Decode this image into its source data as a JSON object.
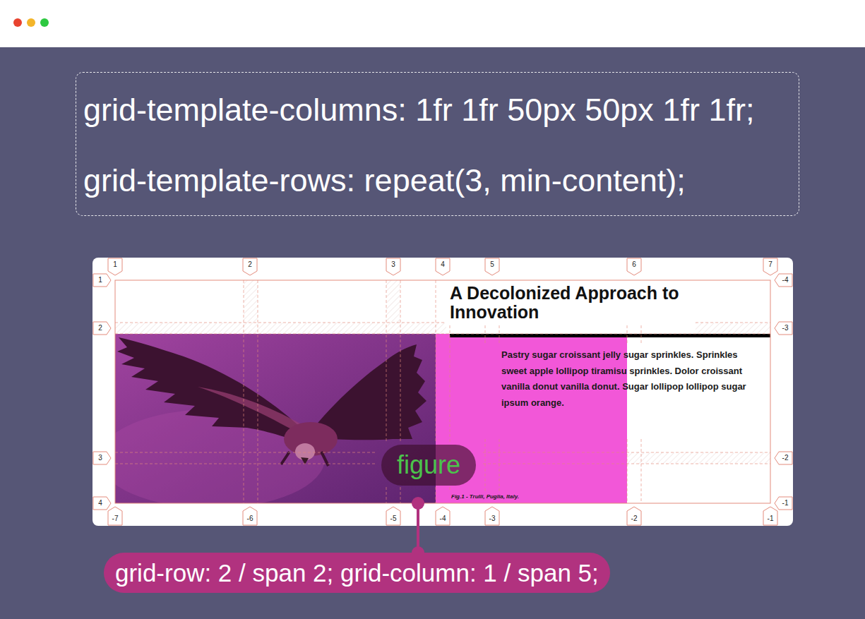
{
  "diagram": {
    "nodes": [
      {
        "text": [
          "grid-template-columns: 1fr 1fr 50px 50px 1fr 1fr;",
          "grid-template-rows: repeat(3, min-content);"
        ]
      },
      {
        "text": [
          "Fig.1 - Trulli, Puglia, Italy."
        ]
      },
      {
        "text": [
          "figure"
        ],
        "in": 1
      },
      {
        "text": [
          "grid-row: 2 / span 2; grid-column: 1 / span 5;"
        ]
      }
    ],
    "edges": [
      {
        "from": 3,
        "to": 1,
        "arrow": "none"
      }
    ],
    "labels": [
      "A Decolonized Approach to Innovation",
      "Pastry sugar croissant jelly sugar sprinkles. Sprinkles sweet apple lollipop tiramisu sprinkles. Dolor croissant vanilla donut vanilla donut. Sugar lollipop lollipop sugar ipsum orange.",
      "1",
      "2",
      "3",
      "4",
      "5",
      "6",
      "7",
      "1",
      "2",
      "3",
      "4",
      "-4",
      "-3",
      "-2",
      "-1",
      "-7",
      "-6",
      "-5",
      "-4",
      "-3",
      "-2",
      "-1"
    ]
  }
}
